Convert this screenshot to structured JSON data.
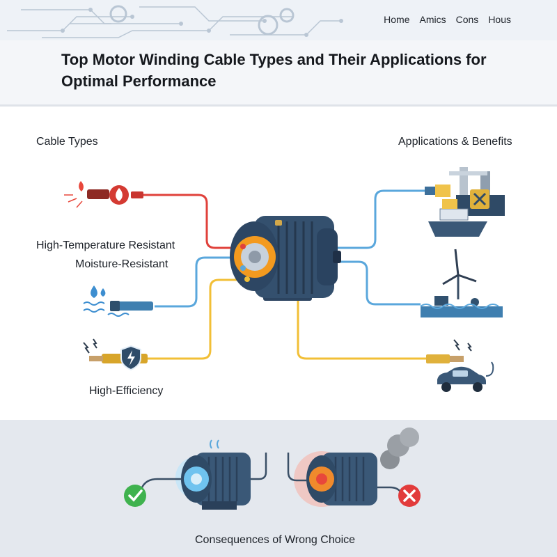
{
  "header": {
    "nav": [
      "Home",
      "Amics",
      "Cons",
      "Hous"
    ]
  },
  "title": "Top Motor Winding Cable Types and Their Applications for Optimal Performance",
  "sections": {
    "cable_types": "Cable Types",
    "applications": "Applications & Benefits",
    "consequences": "Consequences of Wrong Choice"
  },
  "cables": {
    "high_temp": "High-Temperature Resistant",
    "moisture": "Moisture-Resistant",
    "efficiency": "High-Efficiency"
  },
  "colors": {
    "red_cable": "#e0413b",
    "blue_cable": "#5aa7dc",
    "yellow_cable": "#f2bf36",
    "motor_body": "#3b5a7a",
    "ok_green": "#3fb24e",
    "bad_red": "#e23b3b"
  },
  "icons": [
    "circuit-pattern",
    "flame-icon",
    "water-drop-icon",
    "shield-bolt-icon",
    "electric-motor-icon",
    "factory-icon",
    "ship-icon",
    "wind-turbine-icon",
    "electric-car-icon",
    "check-icon",
    "cross-icon",
    "smoke-icon"
  ]
}
